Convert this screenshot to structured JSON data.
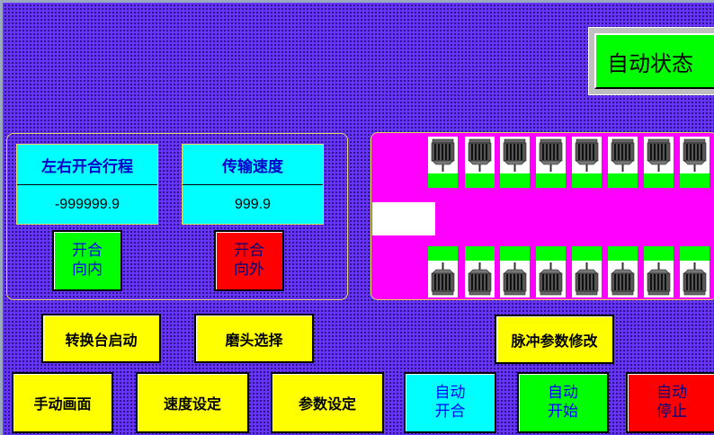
{
  "status_label": "自动状态",
  "travel_panel": {
    "title": "左右开合行程",
    "value": "-999999.9"
  },
  "speed_panel": {
    "title": "传输速度",
    "value": "999.9"
  },
  "inward_button": {
    "line1": "开合",
    "line2": "向内"
  },
  "outward_button": {
    "line1": "开合",
    "line2": "向外"
  },
  "buttons": {
    "turntable_start": "转换台启动",
    "grinding_head_select": "磨头选择",
    "pulse_param_modify": "脉冲参数修改",
    "manual_screen": "手动画面",
    "speed_setting": "速度设定",
    "param_setting": "参数设定"
  },
  "auto_open_close": {
    "line1": "自动",
    "line2": "开合"
  },
  "auto_start": {
    "line1": "自动",
    "line2": "开始"
  },
  "auto_stop": {
    "line1": "自动",
    "line2": "停止"
  },
  "conveyor": {
    "top_motors": 8,
    "bottom_motors": 8,
    "motor_icon": "electric-motor-icon"
  },
  "colors": {
    "background": "#6633ff",
    "yellow": "#ffff00",
    "green": "#00ff00",
    "red": "#ff0000",
    "cyan": "#00ffff",
    "magenta": "#ff00ff"
  }
}
